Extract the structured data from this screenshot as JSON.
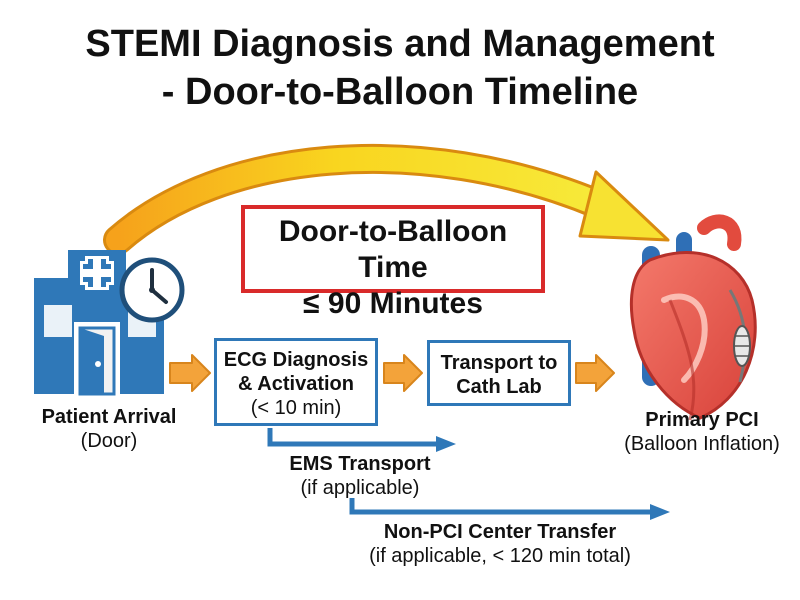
{
  "title": {
    "line1": "STEMI Diagnosis and Management",
    "line2": "- Door-to-Balloon Timeline"
  },
  "target": {
    "line1": "Door-to-Balloon Time",
    "line2": "≤ 90 Minutes"
  },
  "start": {
    "label": "Patient Arrival",
    "sub": "(Door)"
  },
  "steps": [
    {
      "line1": "ECG Diagnosis",
      "line2": "& Activation",
      "line3": "(< 10 min)"
    },
    {
      "line1": "Transport to",
      "line2": "Cath Lab"
    }
  ],
  "end": {
    "label": "Primary PCI",
    "sub": "(Balloon Inflation)"
  },
  "branches": [
    {
      "label": "EMS Transport",
      "sub": "(if applicable)"
    },
    {
      "label": "Non-PCI Center Transfer",
      "sub": "(if applicable, < 120 min total)"
    }
  ],
  "colors": {
    "accent_red": "#d92a2a",
    "arc_yellow": "#f7d21e",
    "arc_orange": "#f39a1a",
    "box_blue": "#2f78b8",
    "step_arrow_orange": "#f3a33a"
  },
  "icons": [
    "hospital-icon",
    "clock-icon",
    "heart-icon",
    "balloon-catheter-icon"
  ]
}
